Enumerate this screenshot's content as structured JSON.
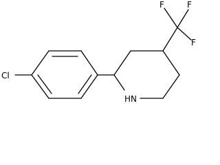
{
  "molecule": {
    "atoms": {
      "chlorine": "Cl",
      "nitrogen_h": "HN",
      "fluorine_top": "F",
      "fluorine_upper_right": "F",
      "fluorine_right": "F"
    }
  }
}
